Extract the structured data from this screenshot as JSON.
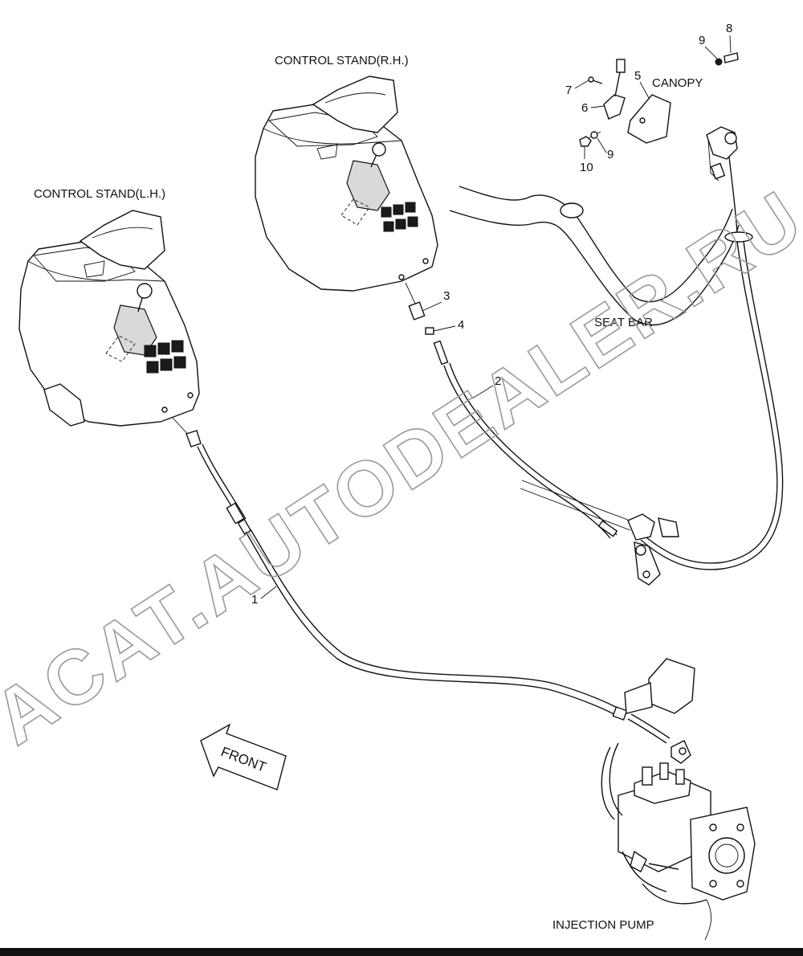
{
  "labels": {
    "control_stand_rh": "CONTROL STAND(R.H.)",
    "control_stand_lh": "CONTROL STAND(L.H.)",
    "canopy": "CANOPY",
    "seat_bar": "SEAT BAR",
    "injection_pump": "INJECTION PUMP",
    "front": "FRONT"
  },
  "callouts": {
    "c1": "1",
    "c2": "2",
    "c3": "3",
    "c4": "4",
    "c5": "5",
    "c6": "6",
    "c7": "7",
    "c8": "8",
    "c9a": "9",
    "c9b": "9",
    "c10": "10"
  },
  "watermark": "ACAT.AUTODEALER.RU",
  "colors": {
    "line": "#111111",
    "background": "#ffffff",
    "watermark": "#9a9a9a"
  }
}
